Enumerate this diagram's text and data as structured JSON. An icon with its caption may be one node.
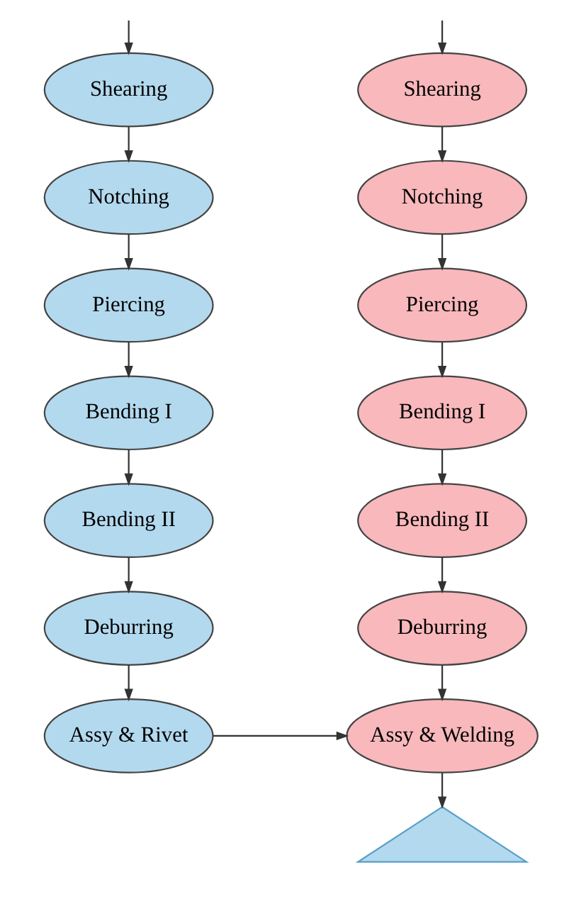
{
  "diagram": {
    "nodes": [
      {
        "text": [
          "Shearing"
        ]
      },
      {
        "text": [
          "Notching"
        ]
      },
      {
        "text": [
          "Piercing"
        ]
      },
      {
        "text": [
          "Bending I"
        ]
      },
      {
        "text": [
          "Bending II"
        ]
      },
      {
        "text": [
          "Deburring"
        ]
      },
      {
        "text": [
          "Assy & Rivet"
        ]
      },
      {
        "text": [
          "Shearing"
        ]
      },
      {
        "text": [
          "Notching"
        ]
      },
      {
        "text": [
          "Piercing"
        ]
      },
      {
        "text": [
          "Bending I"
        ]
      },
      {
        "text": [
          "Bending II"
        ]
      },
      {
        "text": [
          "Deburring"
        ]
      },
      {
        "text": [
          "Assy & Welding"
        ]
      },
      {
        "text": [],
        "shape": "triangle"
      }
    ],
    "edges": [
      {
        "from": null,
        "to": 0,
        "arrow": "to"
      },
      {
        "from": 0,
        "to": 1,
        "arrow": "to"
      },
      {
        "from": 1,
        "to": 2,
        "arrow": "to"
      },
      {
        "from": 2,
        "to": 3,
        "arrow": "to"
      },
      {
        "from": 3,
        "to": 4,
        "arrow": "to"
      },
      {
        "from": 4,
        "to": 5,
        "arrow": "to"
      },
      {
        "from": 5,
        "to": 6,
        "arrow": "to"
      },
      {
        "from": null,
        "to": 7,
        "arrow": "to"
      },
      {
        "from": 7,
        "to": 8,
        "arrow": "to"
      },
      {
        "from": 8,
        "to": 9,
        "arrow": "to"
      },
      {
        "from": 9,
        "to": 10,
        "arrow": "to"
      },
      {
        "from": 10,
        "to": 11,
        "arrow": "to"
      },
      {
        "from": 11,
        "to": 12,
        "arrow": "to"
      },
      {
        "from": 12,
        "to": 13,
        "arrow": "to"
      },
      {
        "from": 6,
        "to": 13,
        "arrow": "to"
      },
      {
        "from": 13,
        "to": 14,
        "arrow": "to"
      }
    ]
  }
}
